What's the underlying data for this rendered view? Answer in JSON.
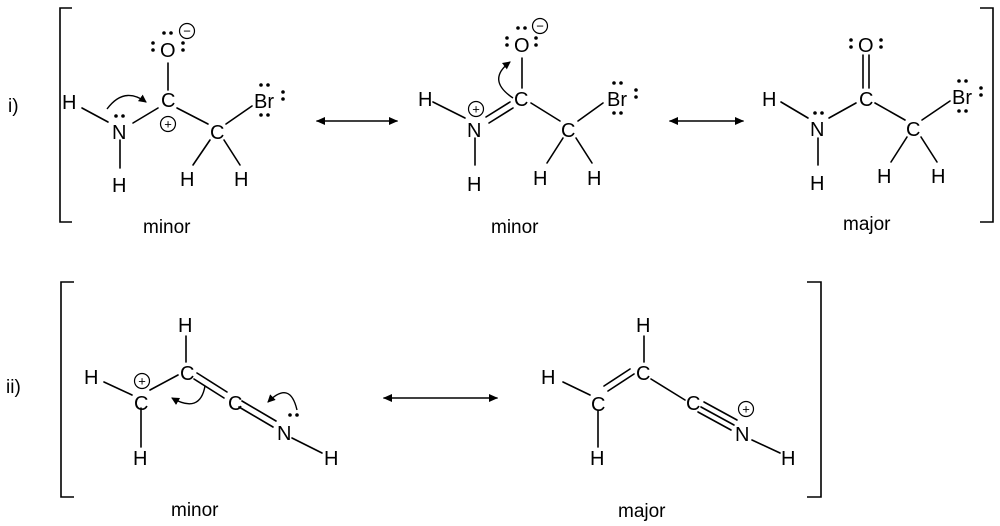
{
  "reactions": [
    {
      "label": "i)",
      "structures": [
        {
          "caption": "minor"
        },
        {
          "caption": "minor"
        },
        {
          "caption": "major"
        }
      ]
    },
    {
      "label": "ii)",
      "structures": [
        {
          "caption": "minor"
        },
        {
          "caption": "major"
        }
      ]
    }
  ],
  "atoms": {
    "H": "H",
    "C": "C",
    "N": "N",
    "O": "O",
    "Br": "Br"
  },
  "charges": {
    "plus": "+",
    "minus": "−"
  }
}
